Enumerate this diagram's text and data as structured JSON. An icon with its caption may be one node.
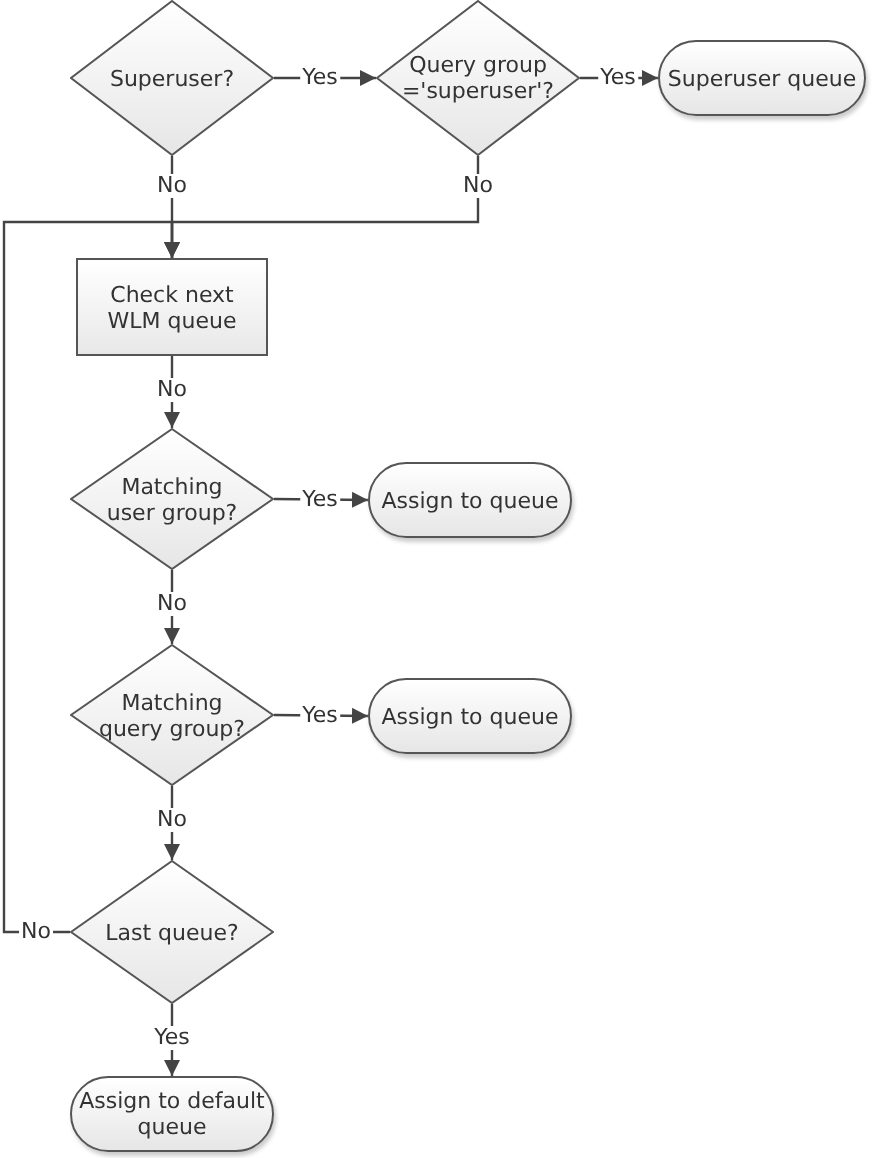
{
  "diagram": {
    "nodes": [
      {
        "text": [
          "Superuser?"
        ]
      },
      {
        "text": [
          "Query group ='superuser'?"
        ]
      },
      {
        "text": [
          "Superuser queue"
        ]
      },
      {
        "text": [
          "Check next WLM queue"
        ]
      },
      {
        "text": [
          "Matching user group?"
        ]
      },
      {
        "text": [
          "Assign to queue"
        ]
      },
      {
        "text": [
          "Matching query group?"
        ]
      },
      {
        "text": [
          "Assign to queue"
        ]
      },
      {
        "text": [
          "Last queue?"
        ]
      },
      {
        "text": [
          "Assign to default queue"
        ]
      }
    ],
    "edges": [
      {
        "from": 0,
        "to": 1,
        "arrow": "to",
        "label": "Yes"
      },
      {
        "from": 1,
        "to": 2,
        "arrow": "to",
        "label": "Yes"
      },
      {
        "from": 0,
        "to": 3,
        "arrow": "to",
        "label": "No"
      },
      {
        "from": 1,
        "to": 3,
        "arrow": "to",
        "label": "No"
      },
      {
        "from": 8,
        "to": 3,
        "arrow": "to",
        "label": "No"
      },
      {
        "from": 3,
        "to": 4,
        "arrow": "to",
        "label": "No"
      },
      {
        "from": 4,
        "to": 5,
        "arrow": "to",
        "label": "Yes"
      },
      {
        "from": 4,
        "to": 6,
        "arrow": "to",
        "label": "No"
      },
      {
        "from": 6,
        "to": 7,
        "arrow": "to",
        "label": "Yes"
      },
      {
        "from": 6,
        "to": 8,
        "arrow": "to",
        "label": "No"
      },
      {
        "from": 8,
        "to": 9,
        "arrow": "to",
        "label": "Yes"
      }
    ]
  }
}
